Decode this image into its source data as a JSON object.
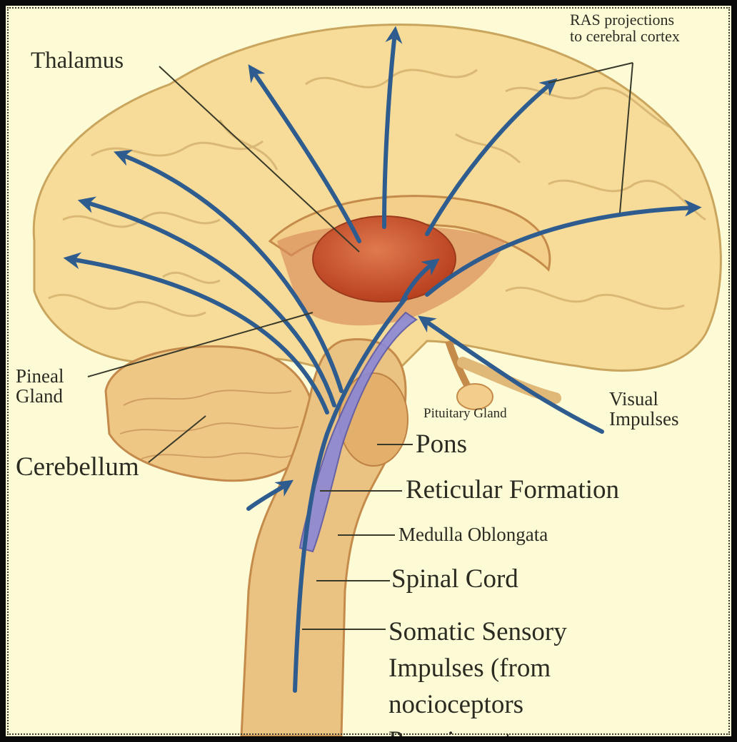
{
  "diagram": {
    "labels": {
      "ras_line1": "RAS projections",
      "ras_line2": "to cerebral cortex",
      "thalamus": "Thalamus",
      "pineal_line1": "Pineal",
      "pineal_line2": "Gland",
      "cerebellum": "Cerebellum",
      "pituitary": "Pituitary Gland",
      "visual_line1": "Visual",
      "visual_line2": "Impulses",
      "pons": "Pons",
      "reticular": "Reticular Formation",
      "medulla": "Medulla Oblongata",
      "spinal": "Spinal Cord",
      "somatic_line1": "Somatic Sensory",
      "somatic_line2": "Impulses (from",
      "somatic_line3": "nocioceptors",
      "somatic_line4": "Proprioceptors"
    },
    "colors": {
      "background": "#fdfbd6",
      "cerebrum": "#f6dc98",
      "thalamus": "#c9502f",
      "pathway": "#2f5c8f",
      "brainstem": "#e8bf7e",
      "label_text": "#2b2b22"
    }
  }
}
